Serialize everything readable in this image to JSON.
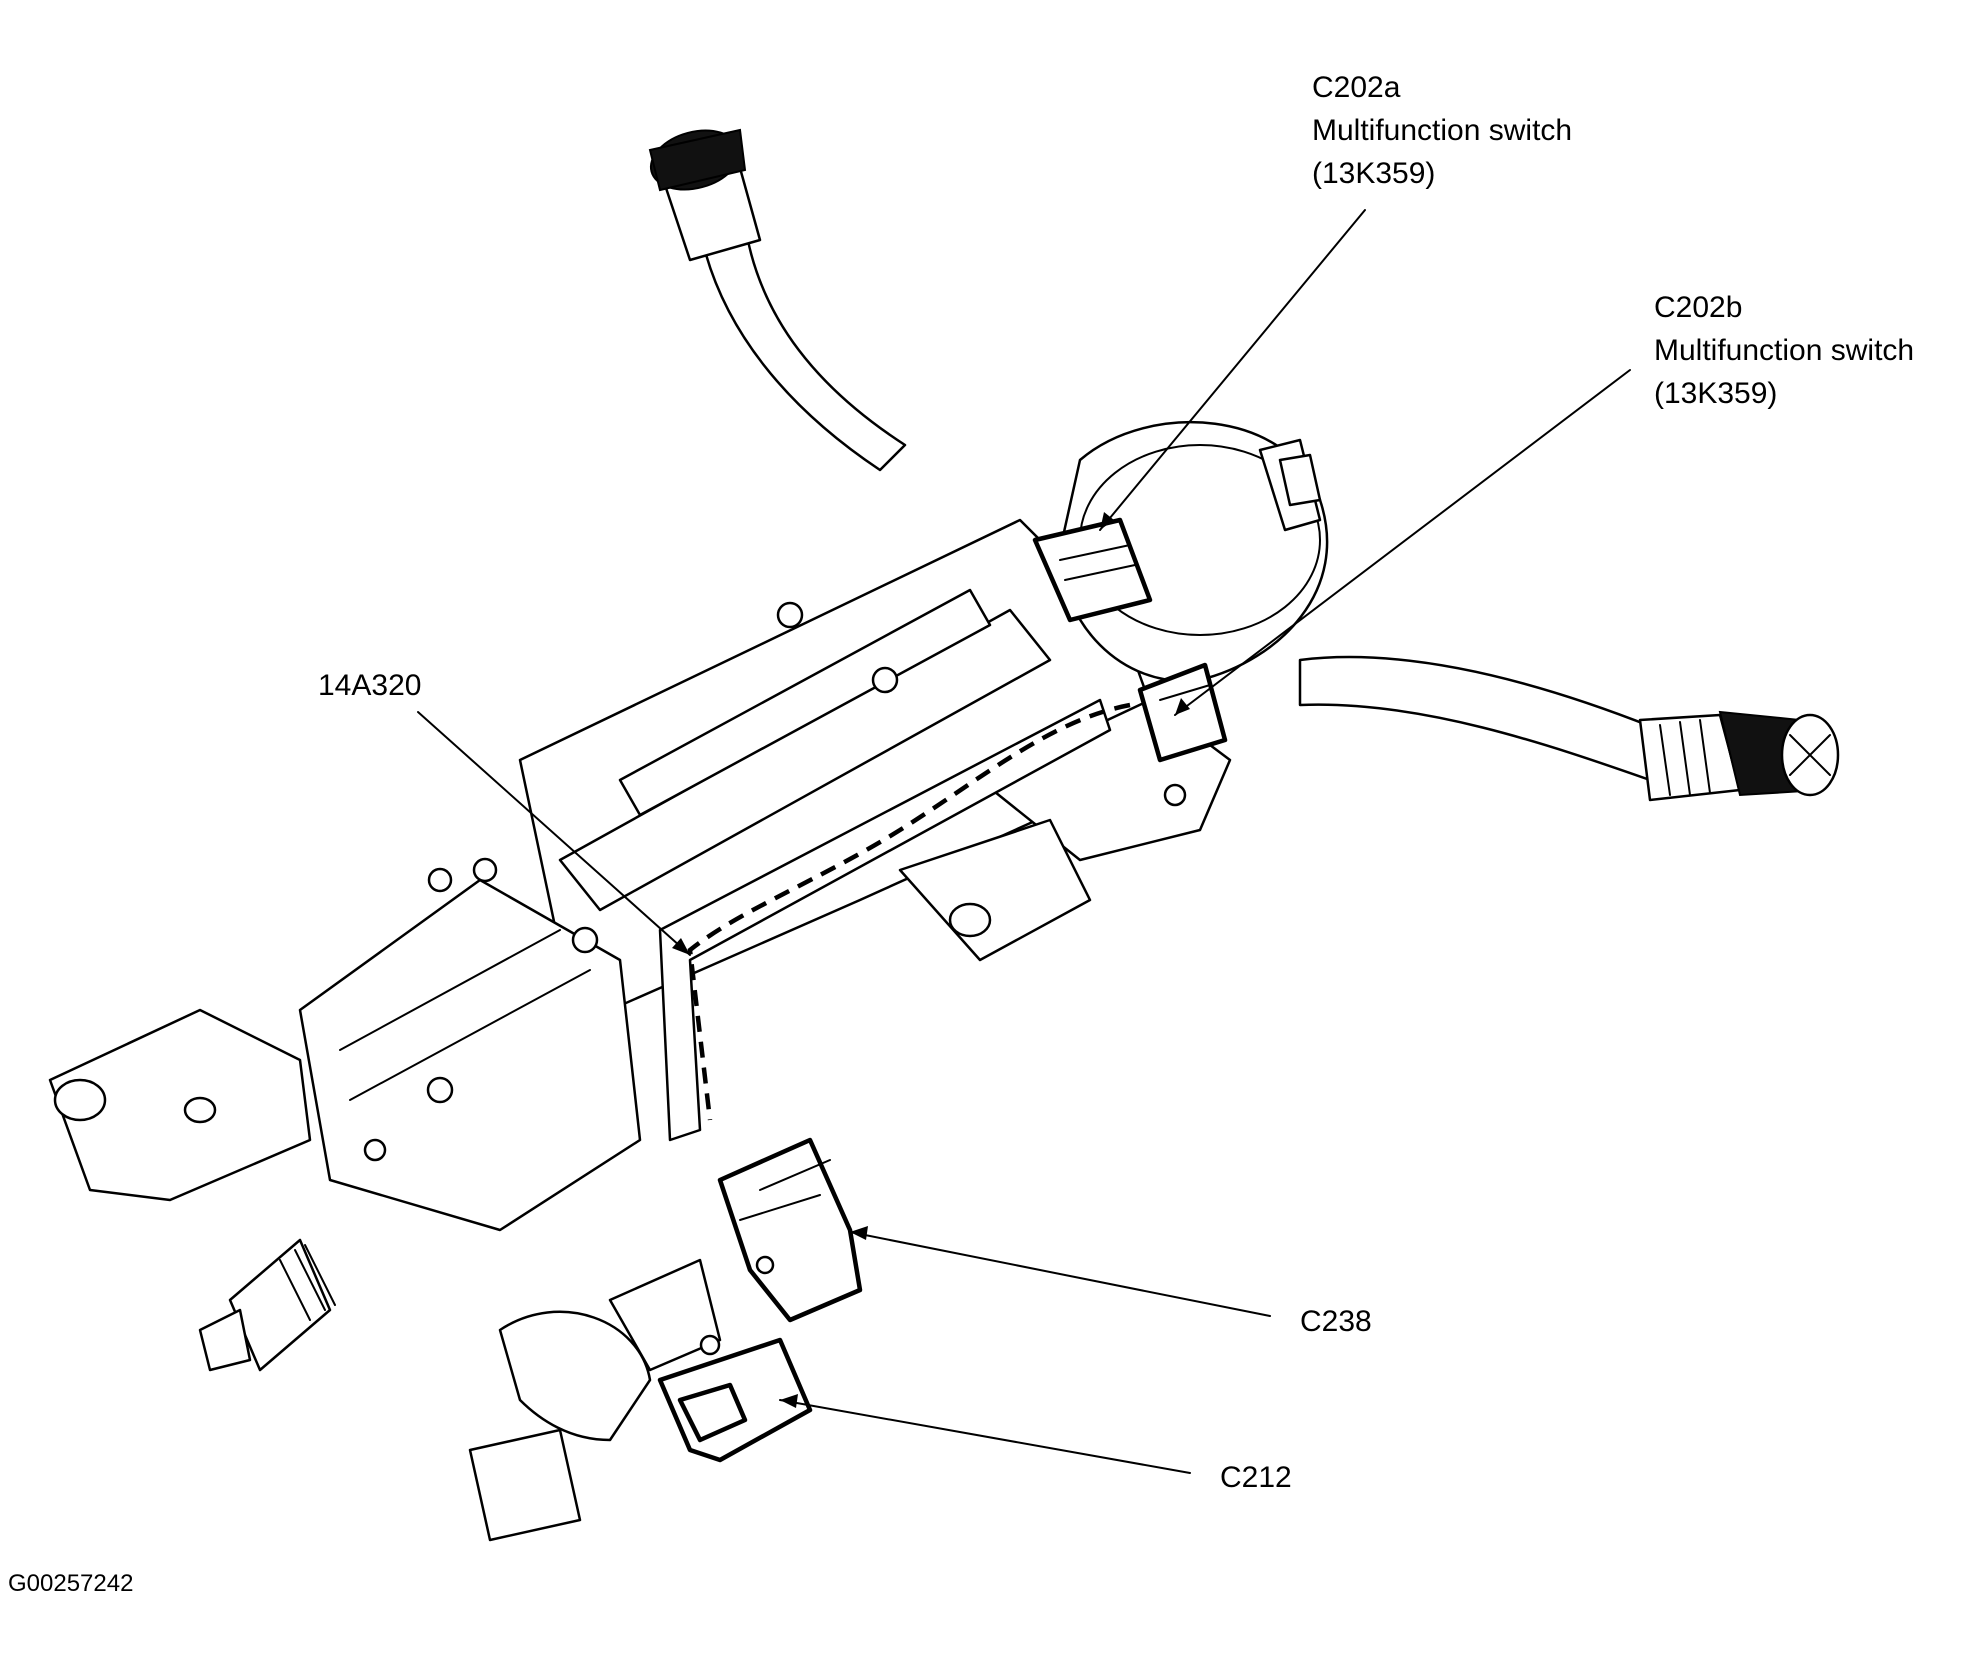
{
  "figure_id": "G00257242",
  "callouts": {
    "c202a": {
      "code": "C202a",
      "name": "Multifunction switch",
      "part": "(13K359)"
    },
    "c202b": {
      "code": "C202b",
      "name": "Multifunction switch",
      "part": "(13K359)"
    },
    "harness": {
      "code": "14A320"
    },
    "c238": {
      "code": "C238"
    },
    "c212": {
      "code": "C212"
    }
  }
}
